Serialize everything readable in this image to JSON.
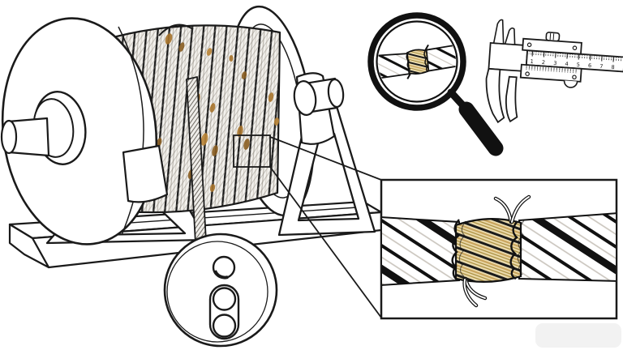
{
  "palette": {
    "line": "#1a1a1a",
    "rope_fill": "#f2f0ec",
    "splice_gold_fill": "#ecdcae",
    "splice_gold_line": "#a98e3e",
    "splice_gold_dark": "#c9a45c",
    "rust": "#a8742c",
    "rust_dark": "#8a5e22",
    "rust_light": "#b98437",
    "handle_black": "#111111",
    "watermark_gray": "#ededed"
  },
  "caliper": {
    "scale_numbers": [
      "1",
      "2",
      "3",
      "4",
      "5",
      "6",
      "7",
      "8"
    ]
  }
}
